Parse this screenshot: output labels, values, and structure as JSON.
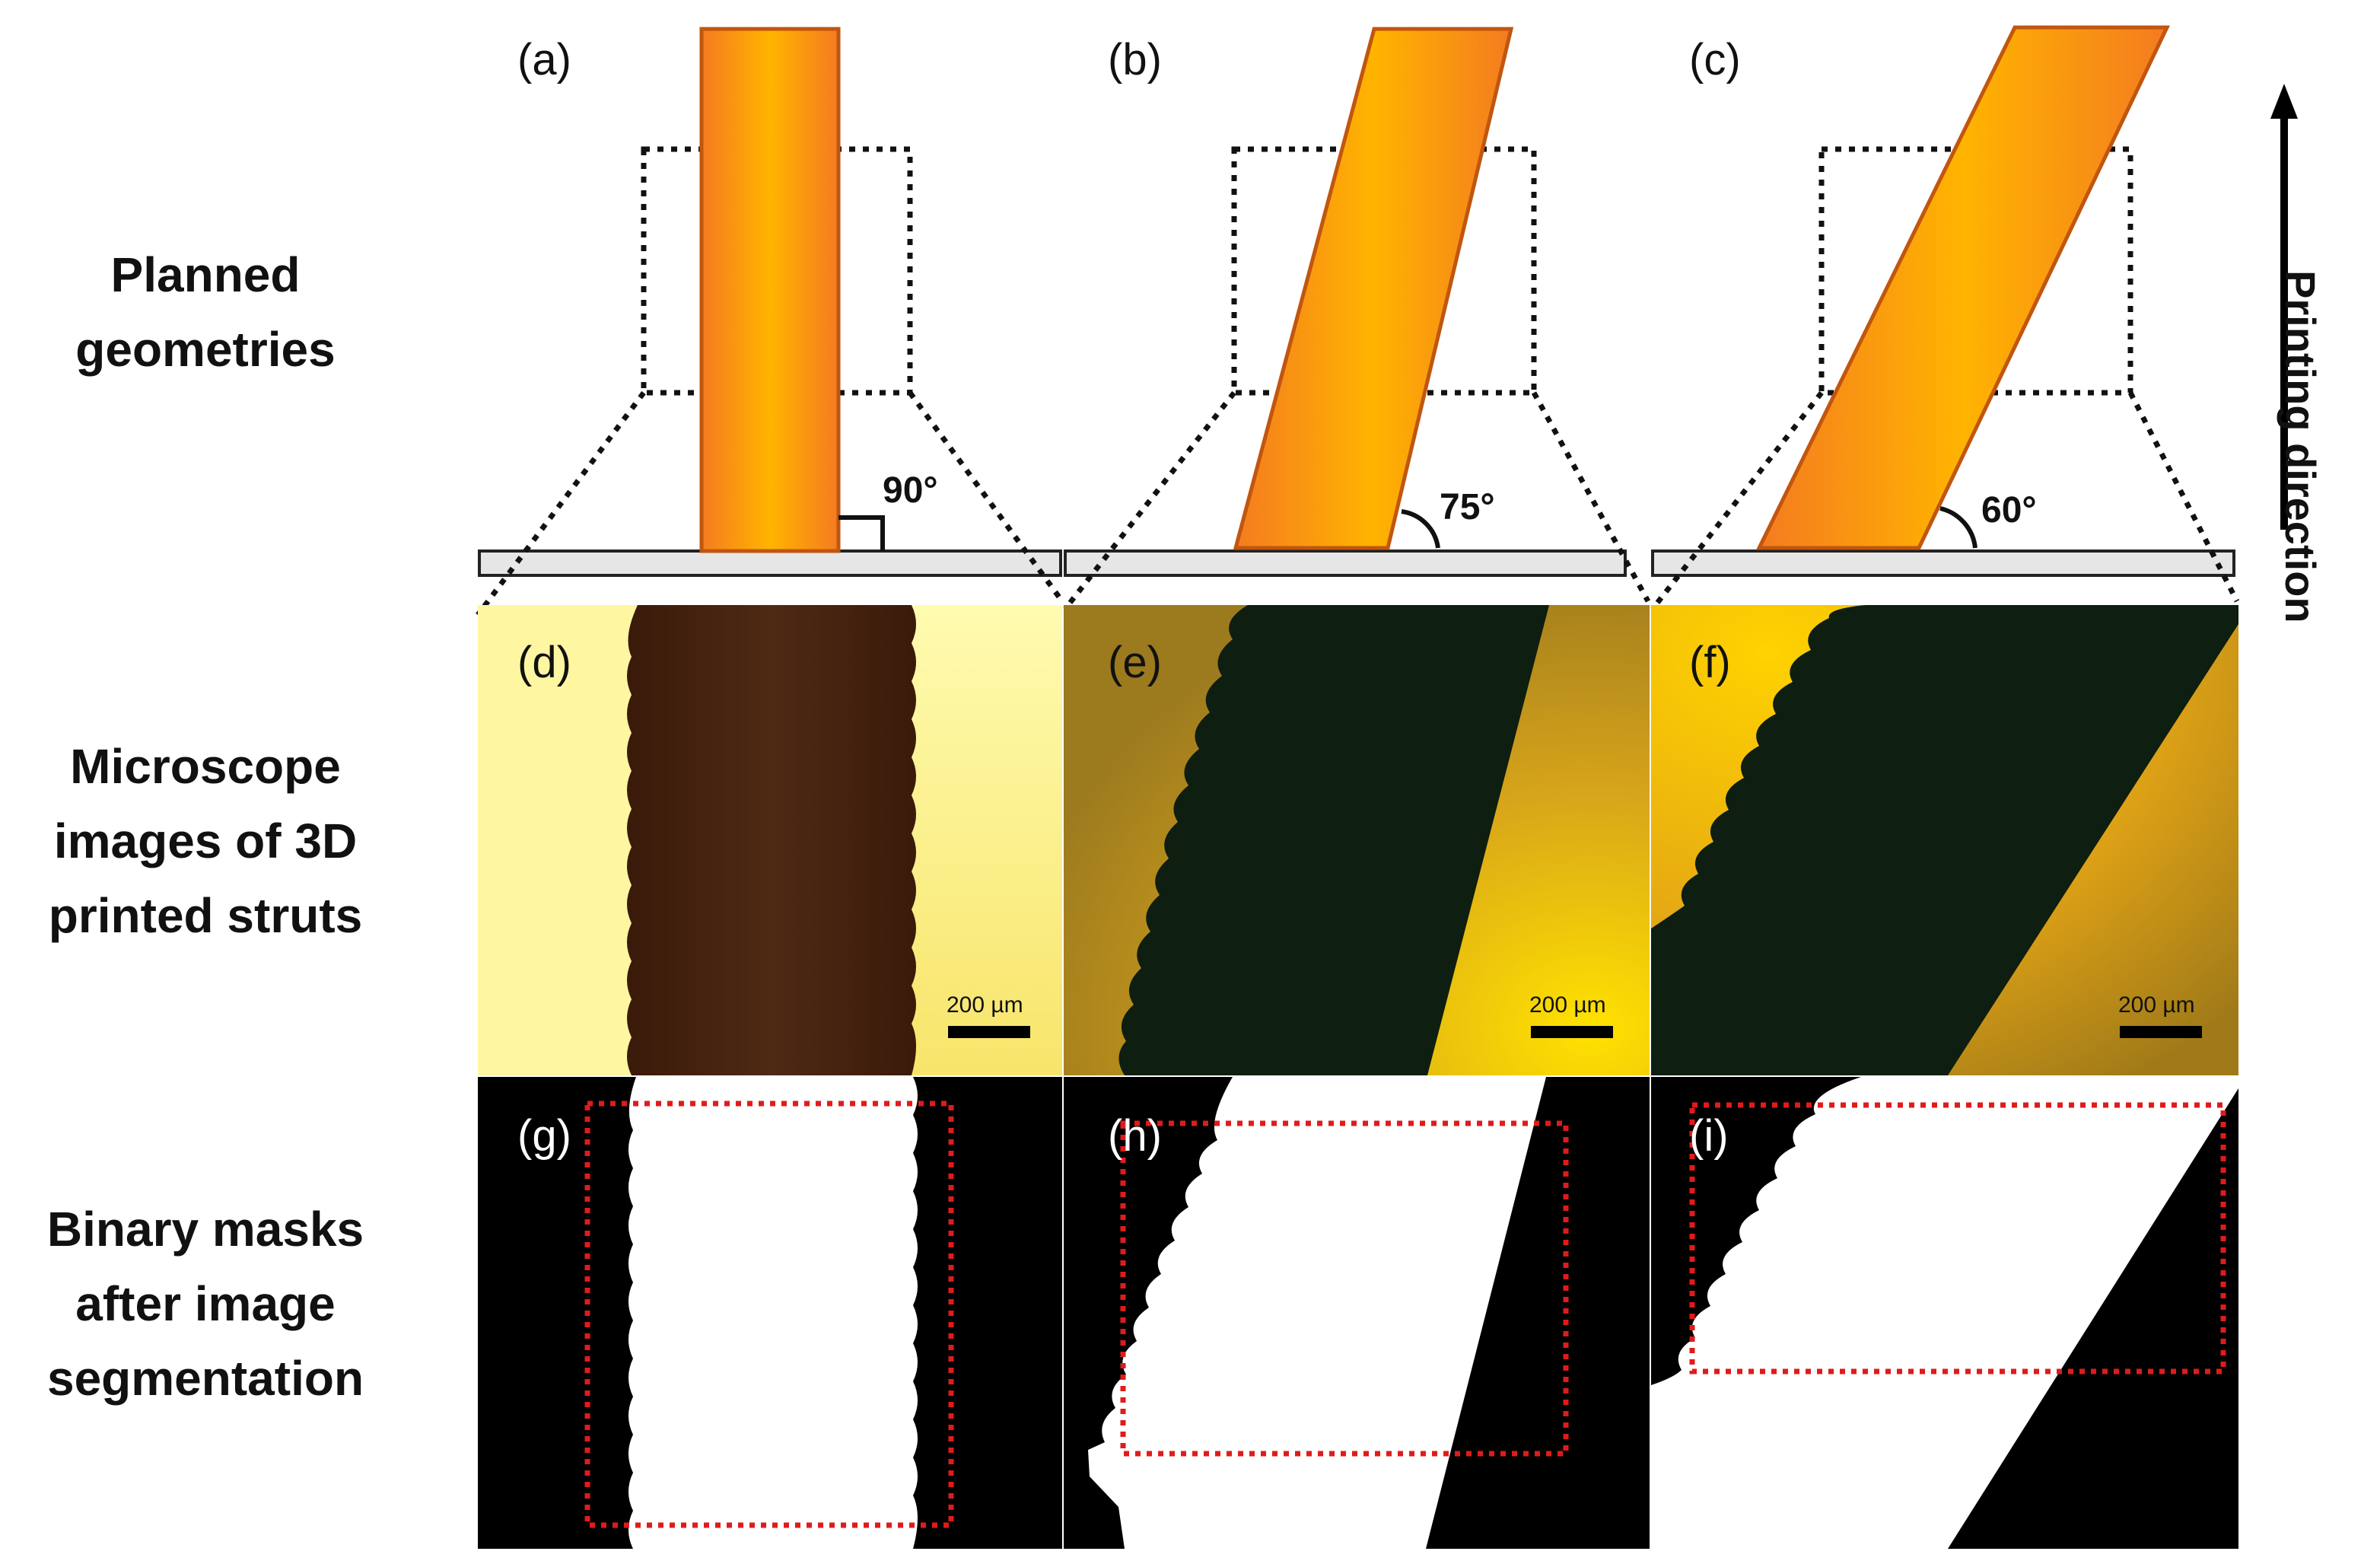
{
  "row_labels": {
    "planned": [
      "Planned",
      "geometries"
    ],
    "microscope": [
      "Microscope",
      "images of 3D",
      "printed struts"
    ],
    "masks": [
      "Binary masks",
      "after image",
      "segmentation"
    ]
  },
  "direction_label": "Printing direction",
  "panels": {
    "a": "(a)",
    "b": "(b)",
    "c": "(c)",
    "d": "(d)",
    "e": "(e)",
    "f": "(f)",
    "g": "(g)",
    "h": "(h)",
    "i": "(i)"
  },
  "angles": {
    "a": "90°",
    "b": "75°",
    "c": "60°"
  },
  "scale_bar": "200 µm",
  "colors": {
    "strut_fill": "#f7931e",
    "strut_edge": "#c0560f",
    "substrate": "#e6e6e6",
    "roi_box": "#e01b1b",
    "mask_dark": "#000000",
    "micro_bg_light": "#fff7a6",
    "micro_strut_brown": "#3a1d0d",
    "micro_strut_dark": "#0c1a0c",
    "micro_bg_yellow": "#f3c21a"
  }
}
